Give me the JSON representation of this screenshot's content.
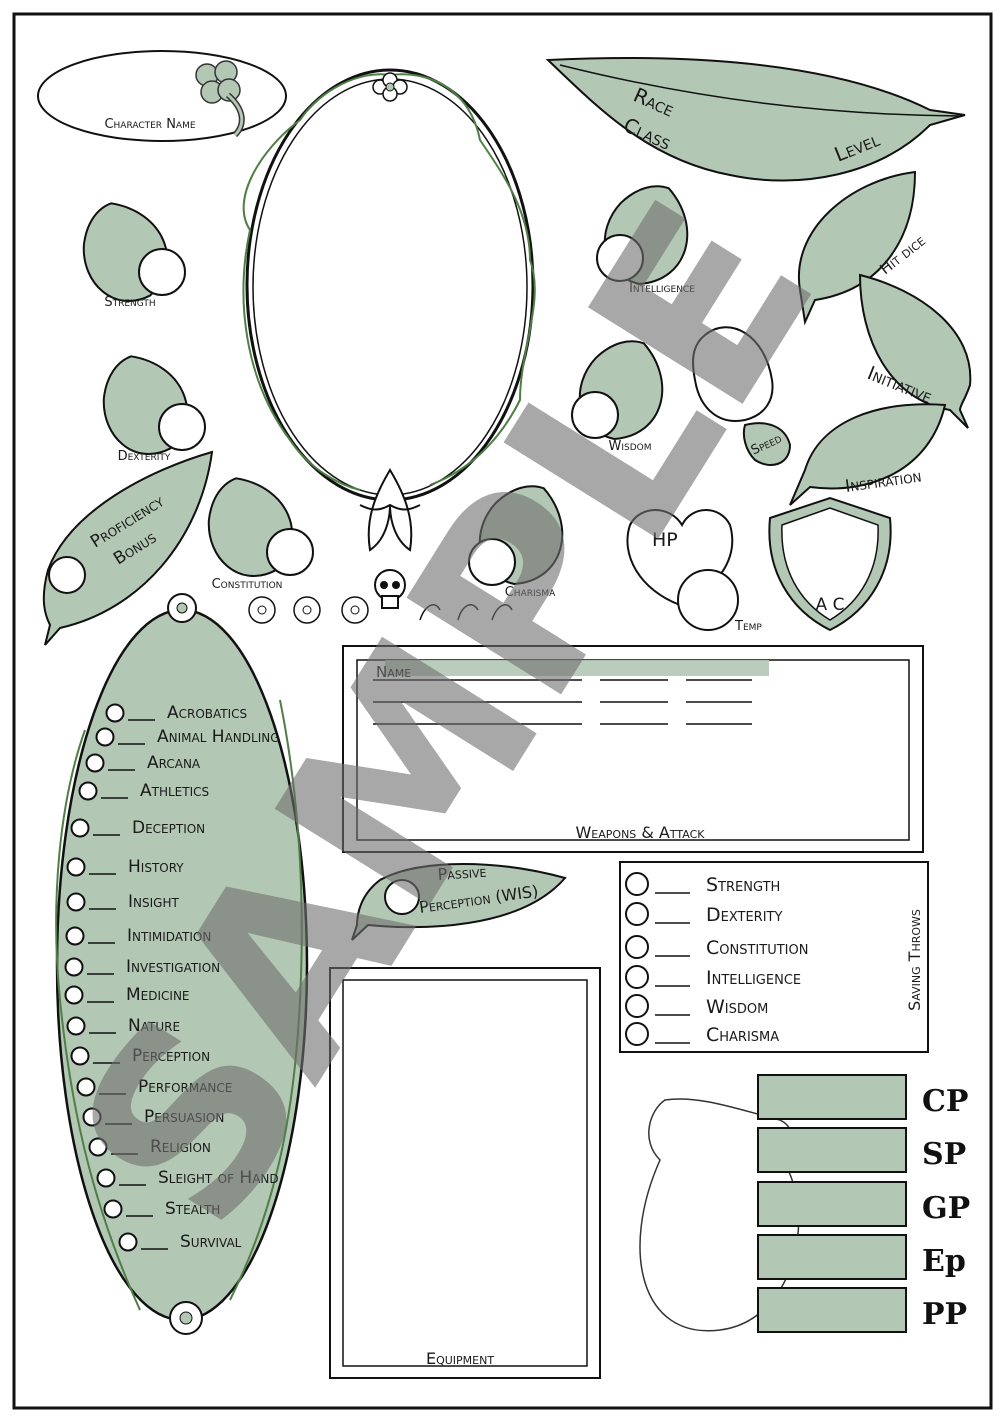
{
  "sheet": {
    "character_name_label": "Character Name",
    "race_label": "Race",
    "class_label": "Class",
    "level_label": "Level",
    "hit_dice_label": "Hit dice",
    "initiative_label": "Initiative",
    "speed_label": "Speed",
    "inspiration_label": "Inspiration",
    "hp_label": "HP",
    "temp_label": "Temp",
    "ac_label": "A C",
    "proficiency_label_1": "Proficiency",
    "proficiency_label_2": "Bonus",
    "passive_label_1": "Passive",
    "passive_label_2": "Perception (WIS)",
    "weapons_header": "Name",
    "weapons_title": "Weapons & Attack",
    "equipment_title": "Equipment",
    "saving_throws_title": "Saving Throws",
    "watermark": "SAMPLE"
  },
  "abilities": {
    "strength": "Strength",
    "dexterity": "Dexterity",
    "constitution": "Constitution",
    "intelligence": "Intelligence",
    "wisdom": "Wisdom",
    "charisma": "Charisma"
  },
  "skills": [
    "Acrobatics",
    "Animal Handling",
    "Arcana",
    "Athletics",
    "Deception",
    "History",
    "Insight",
    "Intimidation",
    "Investigation",
    "Medicine",
    "Nature",
    "Perception",
    "Performance",
    "Persuasion",
    "Religion",
    "Sleight of Hand",
    "Stealth",
    "Survival"
  ],
  "saving_throws": [
    "Strength",
    "Dexterity",
    "Constitution",
    "Intelligence",
    "Wisdom",
    "Charisma"
  ],
  "coins": [
    "CP",
    "SP",
    "GP",
    "Ep",
    "PP"
  ],
  "colors": {
    "leaf": "#b3c7b5",
    "ink": "#1a1a1a",
    "vine": "#4f7f45"
  }
}
